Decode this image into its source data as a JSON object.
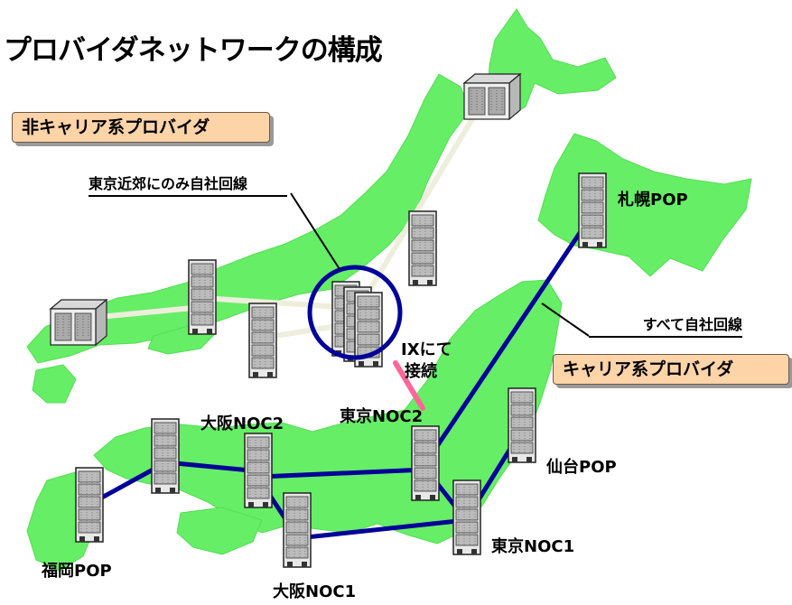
{
  "title": "プロバイダネットワークの構成",
  "callouts": {
    "non_carrier": "非キャリア系プロバイダ",
    "carrier": "キャリア系プロバイダ"
  },
  "notes": {
    "tokyo_only": "東京近郊にのみ自社回線",
    "all_own": "すべて自社回線",
    "ix_line1": "IXにて",
    "ix_line2": "接続"
  },
  "nodes": {
    "sapporo": "札幌POP",
    "osaka_noc2": "大阪NOC2",
    "tokyo_noc2": "東京NOC2",
    "sendai": "仙台POP",
    "tokyo_noc1": "東京NOC1",
    "fukuoka": "福岡POP",
    "osaka_noc1": "大阪NOC1"
  },
  "colors": {
    "land": "#66ee66",
    "carrier_link": "#000099",
    "non_carrier_link": "#eeeedd",
    "ix_link": "#ff6699",
    "ring": "#000099",
    "callout_fill": "#fdd3a8"
  }
}
